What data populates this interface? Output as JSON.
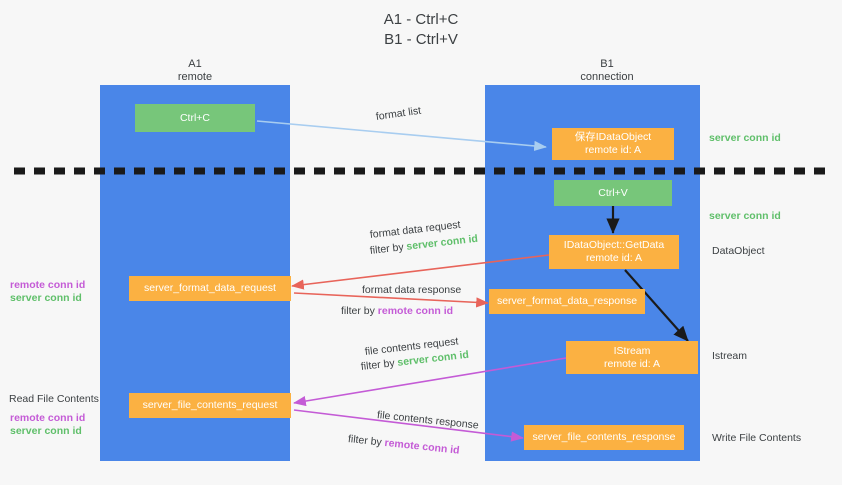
{
  "title": "A1 - Ctrl+C\nB1 - Ctrl+V",
  "columns": [
    {
      "name": "A1",
      "sub": "remote"
    },
    {
      "name": "B1",
      "sub": "connection"
    }
  ],
  "nodes": {
    "ctrl_c": {
      "line1": "Ctrl+C"
    },
    "ctrl_v": {
      "line1": "Ctrl+V"
    },
    "save_idataobject": {
      "line1": "保存IDataObject",
      "line2": "remote id: A"
    },
    "getdata": {
      "line1": "IDataObject::GetData",
      "line2": "remote id: A"
    },
    "istream": {
      "line1": "IStream",
      "line2": "remote id: A"
    },
    "server_format_data_request": {
      "line1": "server_format_data_request"
    },
    "server_format_data_response": {
      "line1": "server_format_data_response"
    },
    "server_file_contents_request": {
      "line1": "server_file_contents_request"
    },
    "server_file_contents_response": {
      "line1": "server_file_contents_response"
    }
  },
  "edge_labels": {
    "format_list": "format list",
    "format_data_request": "format data request",
    "format_data_request_filter_prefix": "filter by ",
    "format_data_request_filter_key": "server conn id",
    "format_data_response": "format data response",
    "format_data_response_filter_prefix": "filter by ",
    "format_data_response_filter_key": "remote conn id",
    "file_contents_request": "file contents request",
    "file_contents_request_filter_prefix": "filter by ",
    "file_contents_request_filter_key": "server conn id",
    "file_contents_response": "file contents response",
    "file_contents_response_filter_prefix": "filter by ",
    "file_contents_response_filter_key": "remote conn id"
  },
  "side_labels": {
    "right_server_conn_id_top": "server conn id",
    "right_server_conn_id_mid": "server conn id",
    "right_dataobject": "DataObject",
    "right_istream": "Istream",
    "right_write_file_contents": "Write File Contents",
    "left_read_file_contents": "Read File Contents",
    "left_remote_conn_id_1": "remote conn id",
    "left_server_conn_id_1": "server conn id",
    "left_remote_conn_id_2": "remote conn id",
    "left_server_conn_id_2": "server conn id"
  },
  "colors": {
    "lane": "#4a86e8",
    "green_box": "#77c67a",
    "orange_box": "#fbb142",
    "green_text": "#5fbf6a",
    "purple_text": "#c45bd6",
    "arrow_blue": "#a8cdf0",
    "arrow_red": "#e8645a",
    "arrow_magenta": "#c45bd6",
    "arrow_black": "#1a1a1a",
    "background": "#f7f7f7"
  }
}
